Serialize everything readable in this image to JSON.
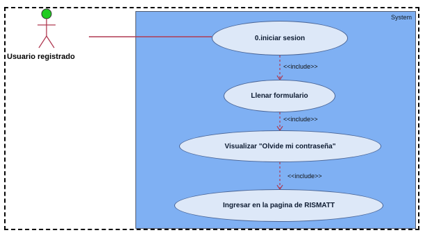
{
  "system": {
    "label": "System"
  },
  "actor": {
    "name": "Usuario registrado",
    "head_color": "#22cc22",
    "association_color": "#b03a52"
  },
  "use_cases": [
    {
      "label": "0.iniciar sesion"
    },
    {
      "label": "Llenar formulario"
    },
    {
      "label": "Visualizar \"Olvide mi contraseña\""
    },
    {
      "label": "Ingresar en la pagina de RISMATT"
    }
  ],
  "includes": [
    {
      "label": "<<include>>"
    },
    {
      "label": "<<include>>"
    },
    {
      "label": "<<include>>"
    }
  ],
  "colors": {
    "system_fill": "#7fb0f3",
    "usecase_fill": "#dde8f8",
    "include_arrow": "#b03a52"
  }
}
